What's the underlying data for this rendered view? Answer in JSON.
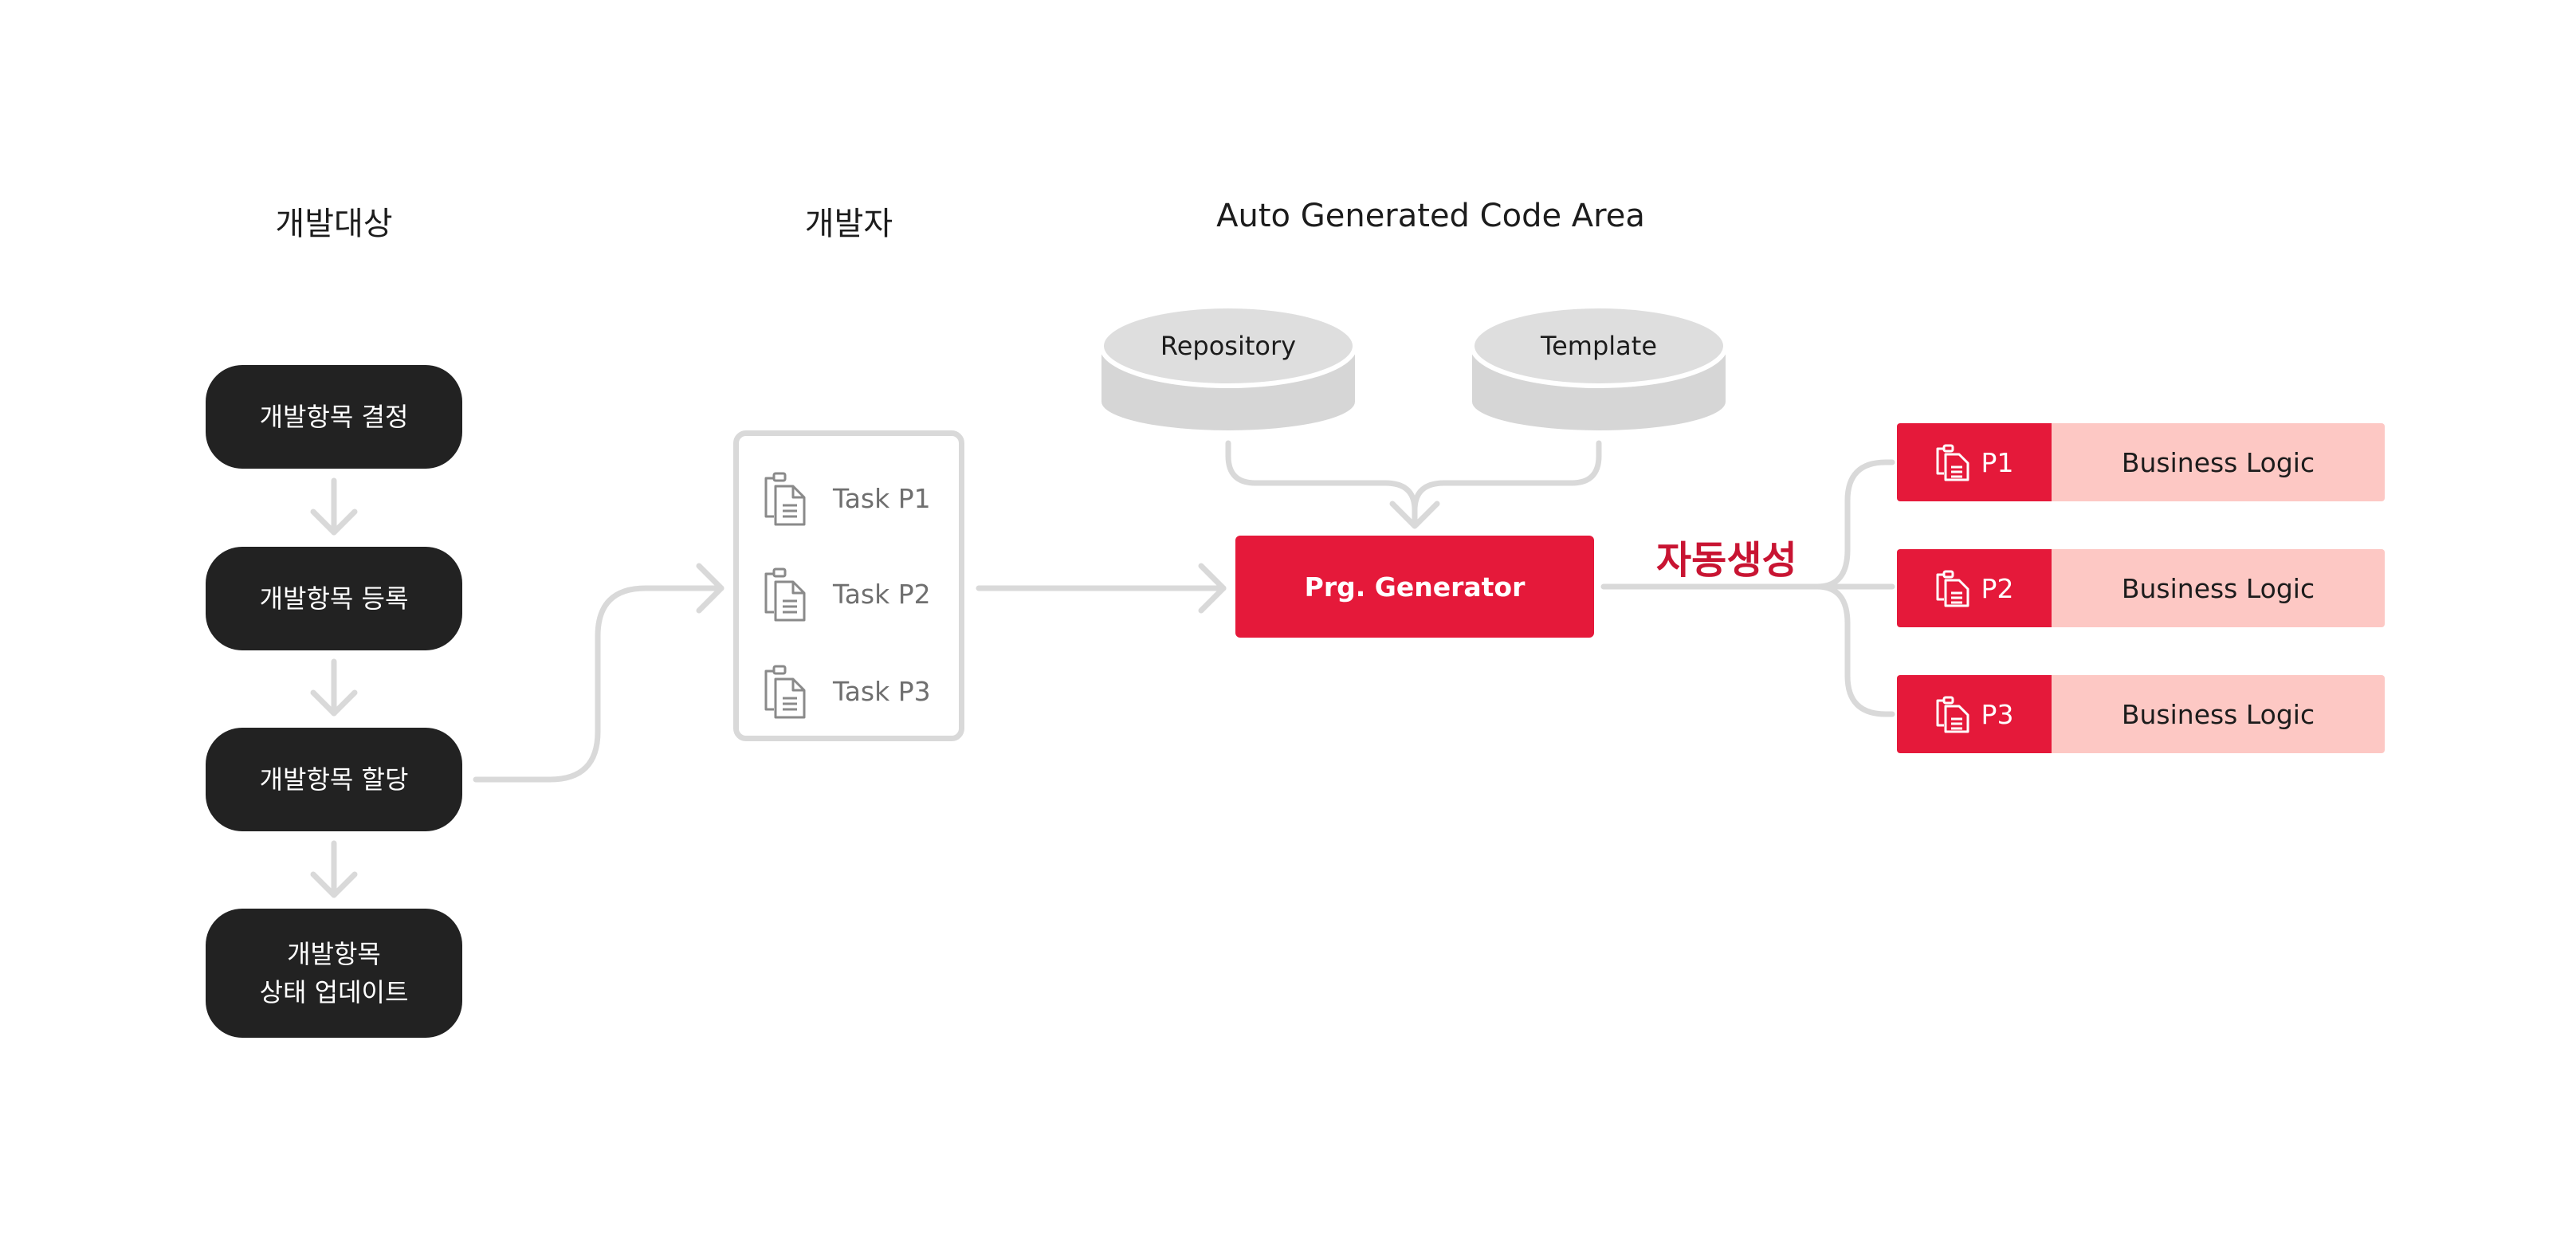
{
  "headings": {
    "dev_target": "개발대상",
    "developer": "개발자",
    "auto_area": "Auto Generated Code Area"
  },
  "steps": [
    {
      "lines": [
        "개발항목 결정"
      ]
    },
    {
      "lines": [
        "개발항목 등록"
      ]
    },
    {
      "lines": [
        "개발항목 할당"
      ]
    },
    {
      "lines": [
        "개발항목",
        "상태 업데이트"
      ]
    }
  ],
  "tasks": [
    "Task P1",
    "Task P2",
    "Task P3"
  ],
  "databases": {
    "repository": "Repository",
    "template": "Template"
  },
  "generator": "Prg. Generator",
  "auto_label": "자동생성",
  "outputs": [
    {
      "id": "P1",
      "logic": "Business Logic"
    },
    {
      "id": "P2",
      "logic": "Business Logic"
    },
    {
      "id": "P3",
      "logic": "Business Logic"
    }
  ],
  "colors": {
    "accent": "#e5193a",
    "accent_light": "#fdc8c4",
    "dark": "#222222",
    "connector": "#d9d9d9",
    "auto_text": "#c81432"
  },
  "icons": {
    "task": "clipboard-icon",
    "output": "clipboard-icon"
  }
}
